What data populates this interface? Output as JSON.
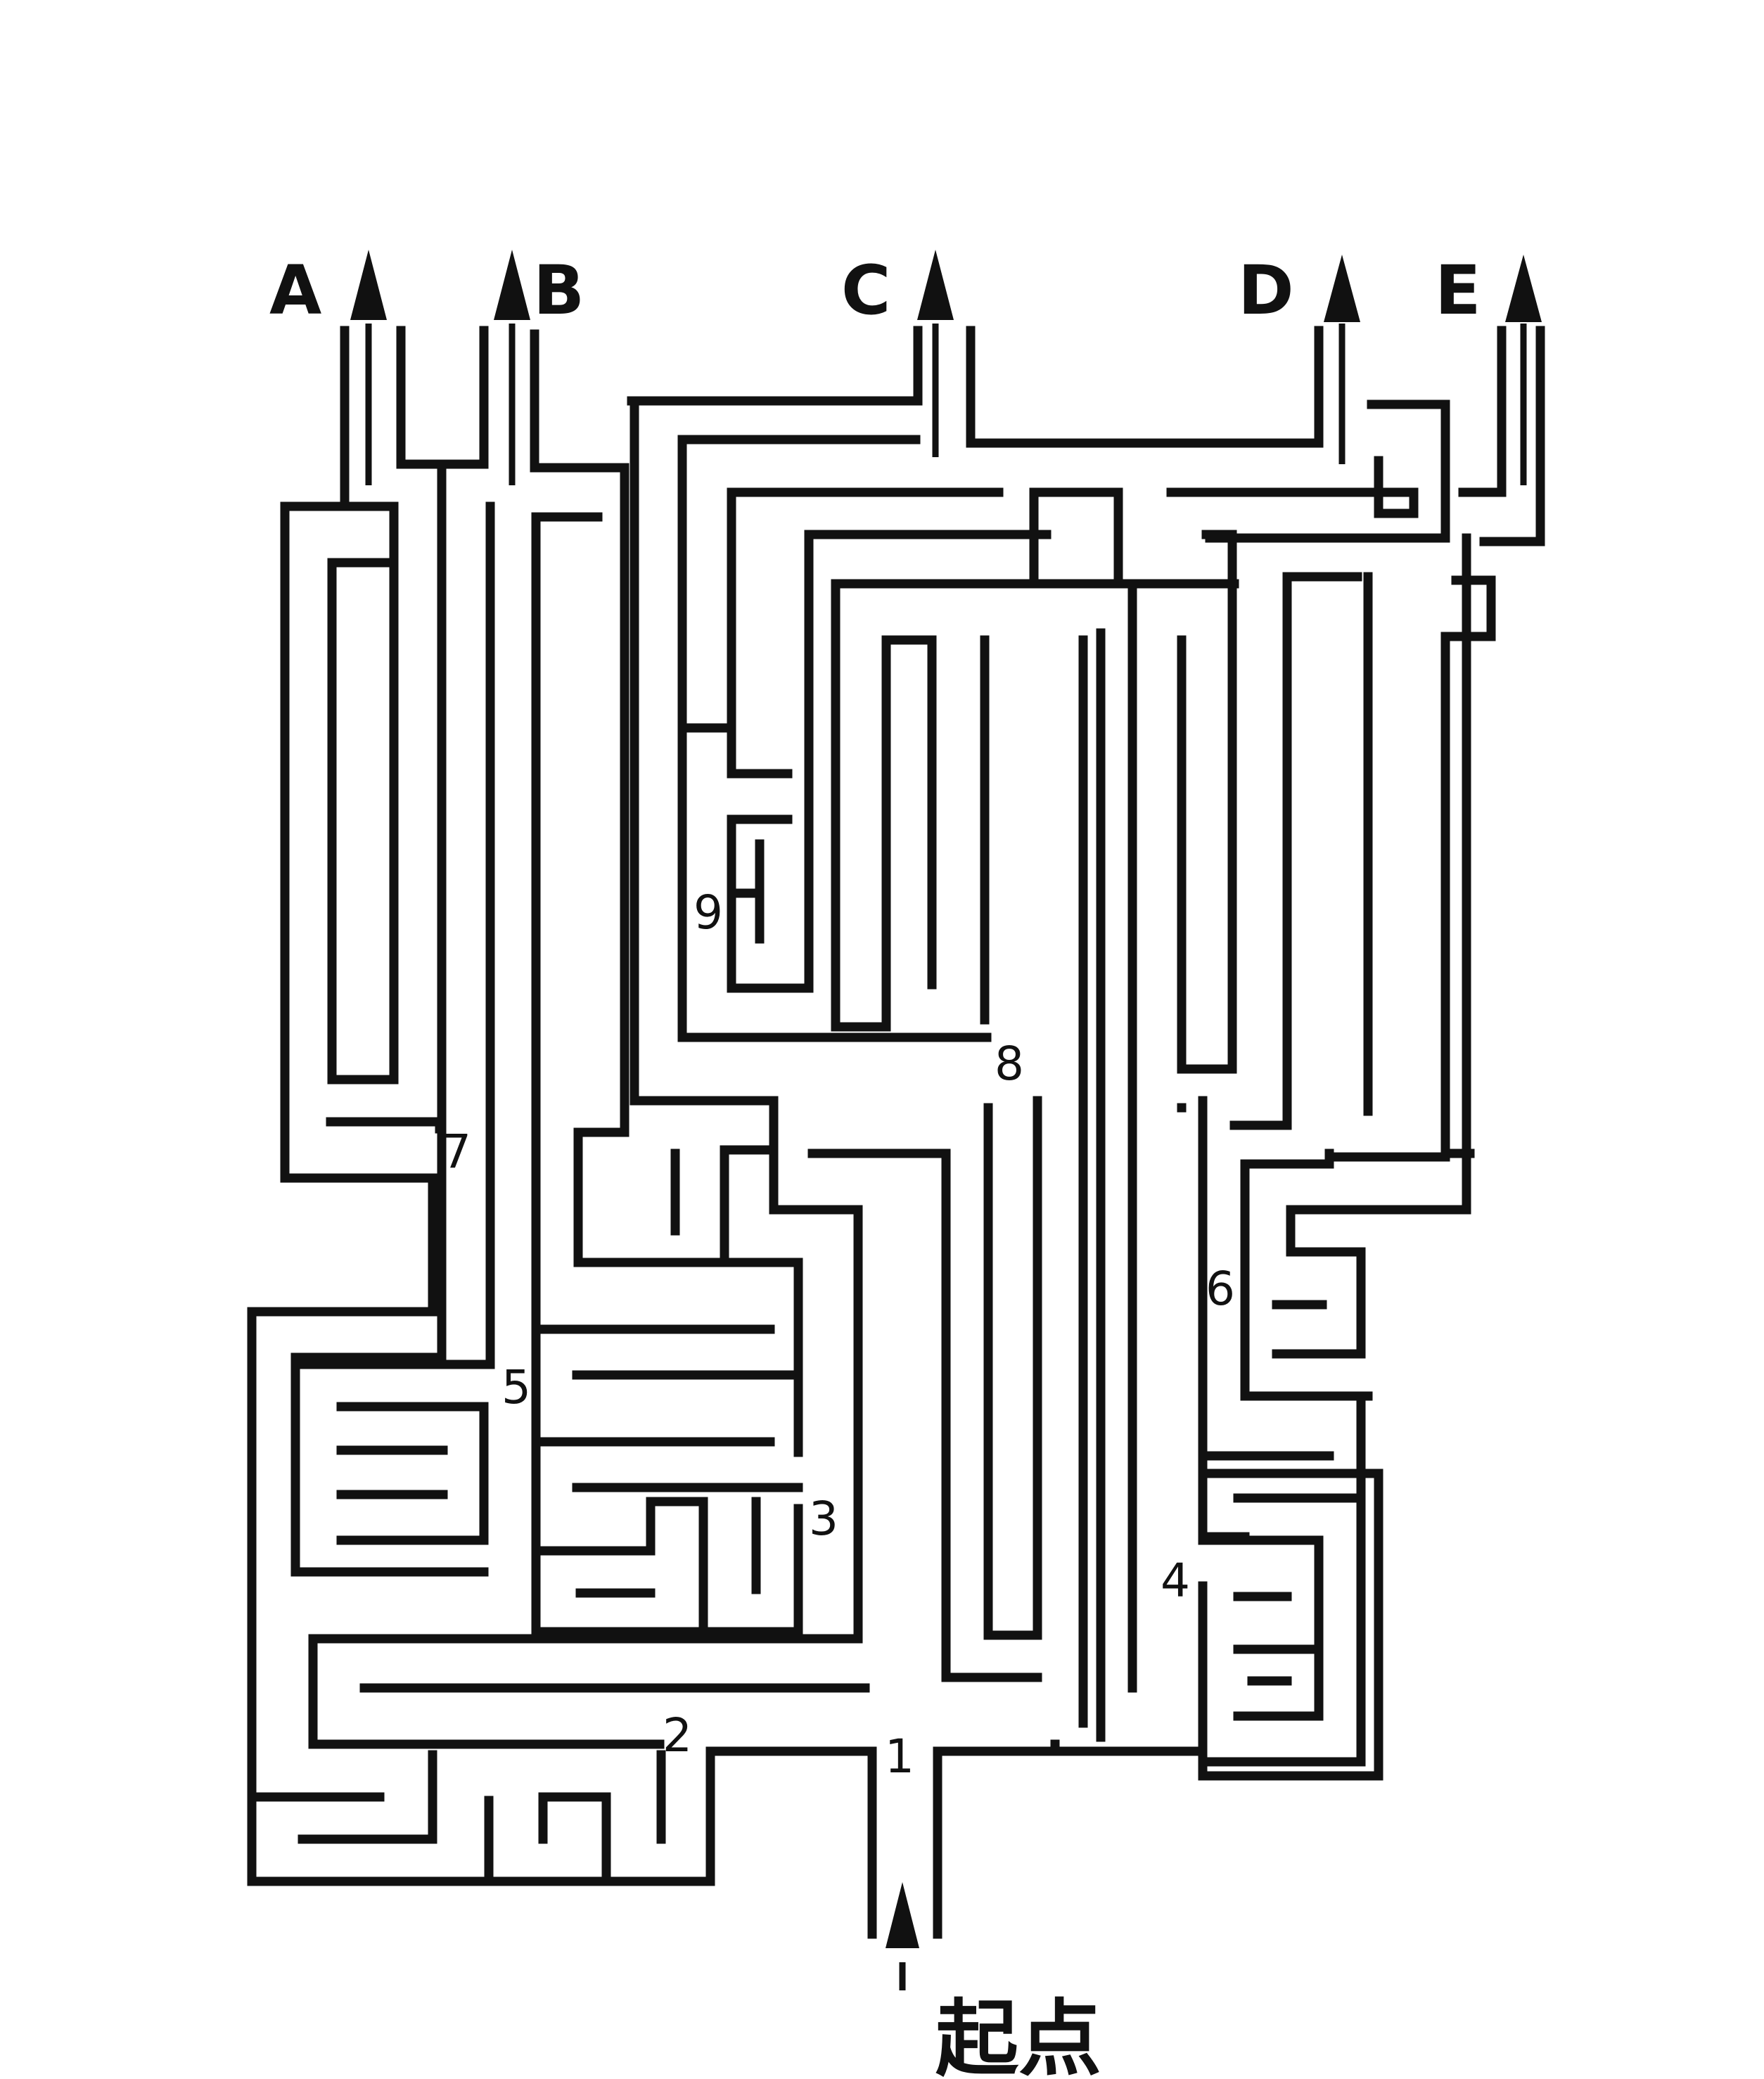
{
  "exits": [
    {
      "id": "A",
      "label": "A"
    },
    {
      "id": "B",
      "label": "B"
    },
    {
      "id": "C",
      "label": "C"
    },
    {
      "id": "D",
      "label": "D"
    },
    {
      "id": "E",
      "label": "E"
    }
  ],
  "nodes": [
    "1",
    "2",
    "3",
    "4",
    "5",
    "6",
    "7",
    "8",
    "9"
  ],
  "start": {
    "label": "起点"
  },
  "colors": {
    "wall": "#111111",
    "background": "#ffffff"
  }
}
